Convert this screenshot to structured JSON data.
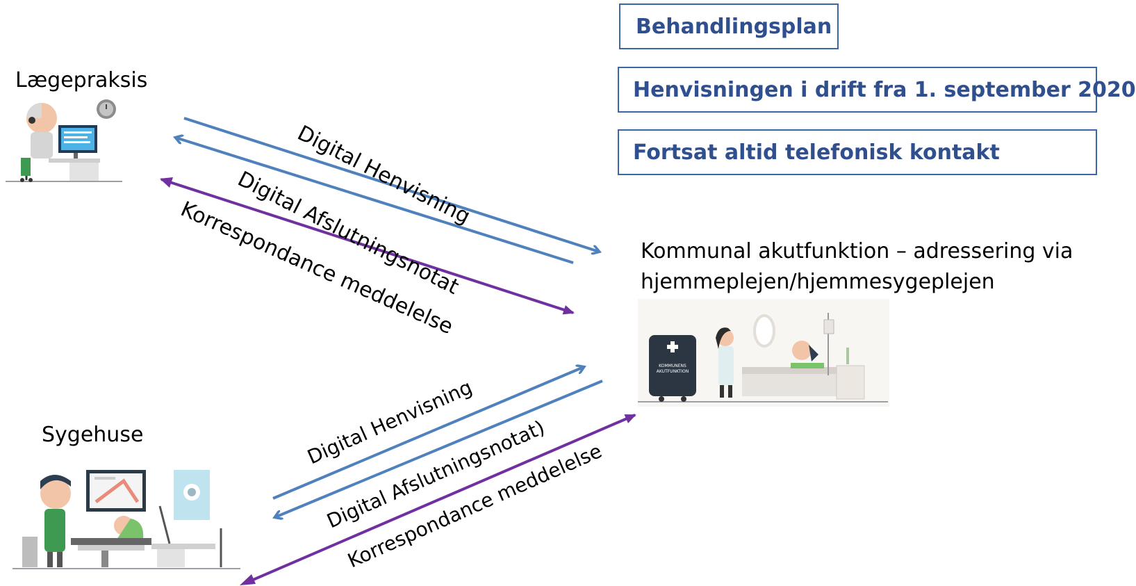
{
  "info_boxes": {
    "behandlingsplan": "Behandlingsplan",
    "henvisningen": "Henvisningen i drift fra 1. september 2020",
    "telefonisk": "Fortsat altid telefonisk kontakt"
  },
  "nodes": {
    "laegepraksis": "Lægepraksis",
    "sygehuse": "Sygehuse",
    "kommunal_line1": "Kommunal akutfunktion – adressering via",
    "kommunal_line2": "hjemmeplejen/hjemmesygeplejen",
    "cart_sign_line1": "KOMMUNENS",
    "cart_sign_line2": "AKUTFUNKTION"
  },
  "flows_top": {
    "henvisning": "Digital Henvisning",
    "afslutning": "Digital Afslutningsnotat",
    "korrespondance": "Korrespondance meddelelse"
  },
  "flows_bottom": {
    "henvisning": "Digital Henvisning",
    "afslutning": "Digital Afslutningsnotat)",
    "korrespondance": "Korrespondance meddelelse"
  },
  "colors": {
    "box_border": "#3c66a8",
    "box_text": "#2f4f8f",
    "blue_arrow": "#4f81bd",
    "purple_arrow": "#7030a0"
  }
}
